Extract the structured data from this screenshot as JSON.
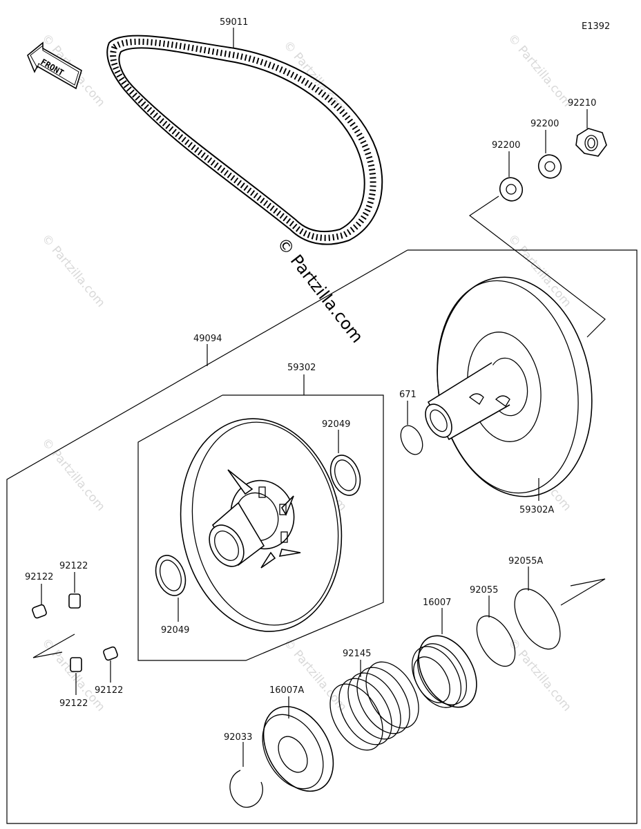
{
  "diagram_code": "E1392",
  "front_label": "FRONT",
  "watermark_main": "© Partzilla.com",
  "watermark_faint": "© Partzilla.com",
  "parts": {
    "belt": "59011",
    "washer_a": "92200",
    "washer_b": "92200",
    "nut": "92210",
    "pulley_assy": "49094",
    "movable_sheave": "59302",
    "fixed_sheave": "59302A",
    "oring_671": "671",
    "bushing_upper": "92049",
    "bushing_lower": "92049",
    "slider_1": "92122",
    "slider_2": "92122",
    "slider_3": "92122",
    "slider_4": "92122",
    "oring_92055": "92055",
    "oring_92055a": "92055A",
    "cam": "16007",
    "spring": "92145",
    "seat": "16007A",
    "circlip": "92033"
  }
}
